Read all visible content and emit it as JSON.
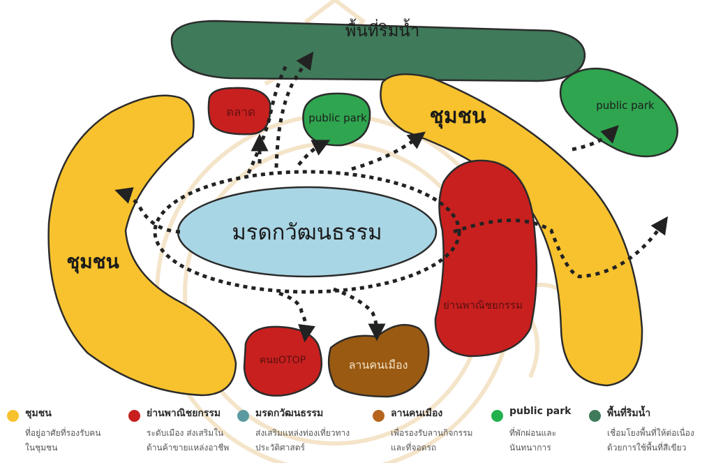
{
  "diagram": {
    "colors": {
      "community": "#f7c22e",
      "commercial": "#c8201f",
      "heritage": "#a9d6e5",
      "plaza": "#9a5a12",
      "park": "#2fa54f",
      "waterfront": "#3f7a5a",
      "outline": "#2b2b2b",
      "watermark": "#d9a23f"
    },
    "labels": {
      "waterfront": "พื้นที่ริมน้ำ",
      "market": "ตลาด",
      "park_center": "public park",
      "park_right": "public park",
      "community_right": "ชุมชน",
      "community_left": "ชุมชน",
      "heritage": "มรดกวัฒนธรรม",
      "commercial": "ย่านพาณิชยกรรม",
      "otop": "คนยOTOP",
      "plaza": "ลานคนเมือง"
    }
  },
  "legend": [
    {
      "key": "community",
      "color": "#f7c22e",
      "title": "ชุมชน",
      "desc1": "ที่อยู่อาศัยที่รองรับคน",
      "desc2": "ในชุมชน"
    },
    {
      "key": "commercial",
      "color": "#c8201f",
      "title": "ย่านพาณิชยกรรม",
      "desc1": "ระดับเมือง ส่งเสริมใน",
      "desc2": "ด้านค้าขายแหล่งอาชีพ"
    },
    {
      "key": "heritage",
      "color": "#5b9aa0",
      "title": "มรดกวัฒนธรรม",
      "desc1": "ส่งเสริมแหล่งท่องเที่ยวทาง",
      "desc2": "ประวัติศาสตร์"
    },
    {
      "key": "plaza",
      "color": "#b5651d",
      "title": "ลานคนเมือง",
      "desc1": "เพื่อรองรับลานกิจกรรม",
      "desc2": "และที่จอดรถ"
    },
    {
      "key": "park",
      "color": "#22b14c",
      "title": "public park",
      "desc1": "ที่พักผ่อนและ",
      "desc2": "นันทนาการ"
    },
    {
      "key": "waterfront",
      "color": "#3f7a5a",
      "title": "พื้นที่ริมน้ำ",
      "desc1": "เชื่อมโยงพื้นที่ให้ต่อเนื่อง",
      "desc2": "ด้วยการใช้พื้นที่สีเขียว"
    }
  ]
}
